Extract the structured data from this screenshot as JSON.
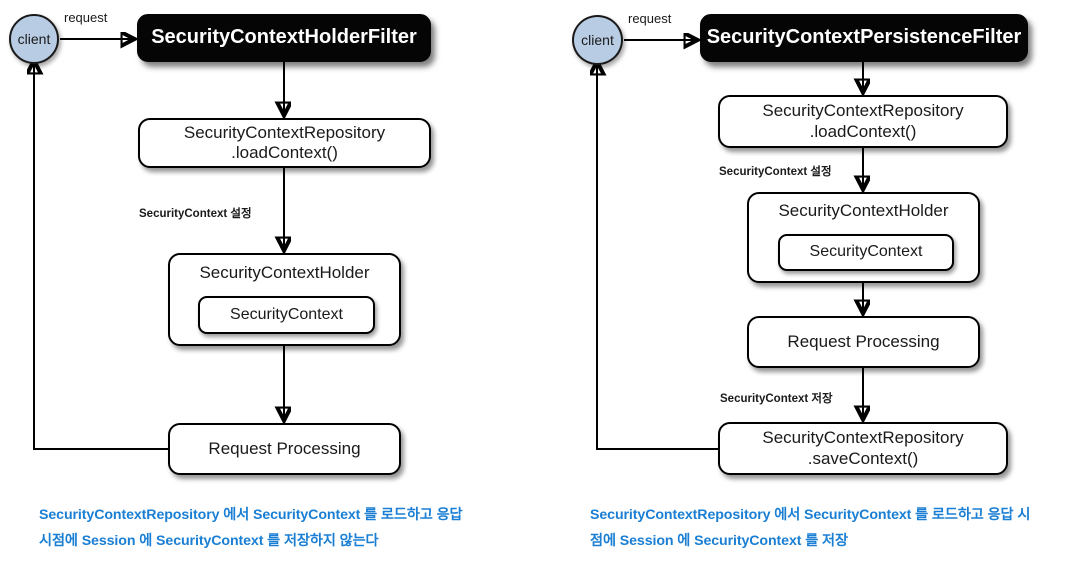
{
  "diagram": {
    "title_semantic": "spring-security-context-filter-comparison",
    "accent_caption_color": "#1a7fd4",
    "client_node_fill": "#b8cce4",
    "filter_node_fill": "#050505"
  },
  "left": {
    "client": {
      "label": "client"
    },
    "request_label": "request",
    "filter": {
      "label": "SecurityContextHolderFilter"
    },
    "repository_load": {
      "line1": "SecurityContextRepository",
      "line2": ".loadContext()"
    },
    "set_label": "SecurityContext 설정",
    "holder": {
      "label": "SecurityContextHolder",
      "inner_label": "SecurityContext"
    },
    "request_processing": {
      "label": "Request Processing"
    },
    "caption": {
      "line1": "SecurityContextRepository 에서 SecurityContext 를 로드하고 응답",
      "line2": "시점에 Session 에 SecurityContext 를 저장하지 않는다"
    }
  },
  "right": {
    "client": {
      "label": "client"
    },
    "request_label": "request",
    "filter": {
      "label": "SecurityContextPersistenceFilter"
    },
    "repository_load": {
      "line1": "SecurityContextRepository",
      "line2": ".loadContext()"
    },
    "set_label": "SecurityContext 설정",
    "holder": {
      "label": "SecurityContextHolder",
      "inner_label": "SecurityContext"
    },
    "request_processing": {
      "label": "Request Processing"
    },
    "save_label": "SecurityContext  저장",
    "repository_save": {
      "line1": "SecurityContextRepository",
      "line2": ".saveContext()"
    },
    "caption": {
      "line1": "SecurityContextRepository 에서 SecurityContext 를 로드하고 응답 시",
      "line2": "점에 Session 에 SecurityContext 를 저장"
    }
  }
}
